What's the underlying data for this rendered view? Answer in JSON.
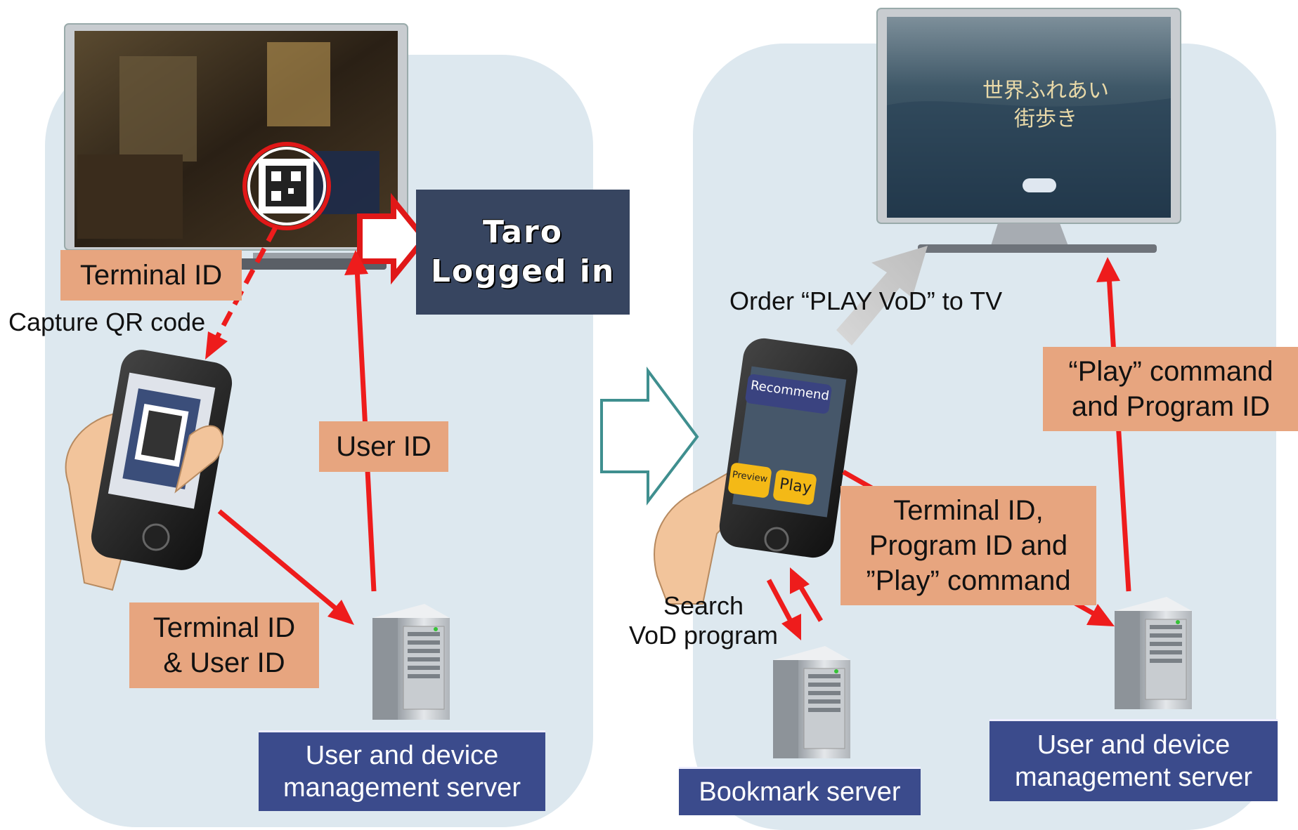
{
  "left_panel": {
    "terminal_id_label": "Terminal ID",
    "capture_qr": "Capture QR code",
    "user_id_label": "User ID",
    "terminal_user_id_line1": "Terminal ID",
    "terminal_user_id_line2": "& User ID",
    "server_line1": "User and device",
    "server_line2": "management  server",
    "login_line1": "Taro",
    "login_line2": "Logged in"
  },
  "right_panel": {
    "order_play": "Order “PLAY VoD” to TV",
    "play_cmd_line1": "“Play” command",
    "play_cmd_line2": "and Program ID",
    "terminal_prog_line1": "Terminal ID,",
    "terminal_prog_line2": "Program ID and",
    "terminal_prog_line3": "”Play” command",
    "search_line1": "Search",
    "search_line2": "VoD program",
    "bookmark_server": "Bookmark server",
    "server_line1": "User and device",
    "server_line2": "management  server",
    "phone_recommend": "Recommend",
    "phone_preview": "Preview",
    "phone_play": "Play",
    "tv_title_line1": "世界ふれあい",
    "tv_title_line2": "街歩き"
  },
  "colors": {
    "panel": "#dde8ef",
    "arrow_red": "#ee1c1c",
    "label_orange": "#e7a57f",
    "label_blue": "#3b4b8c",
    "login_bg": "#374560"
  }
}
